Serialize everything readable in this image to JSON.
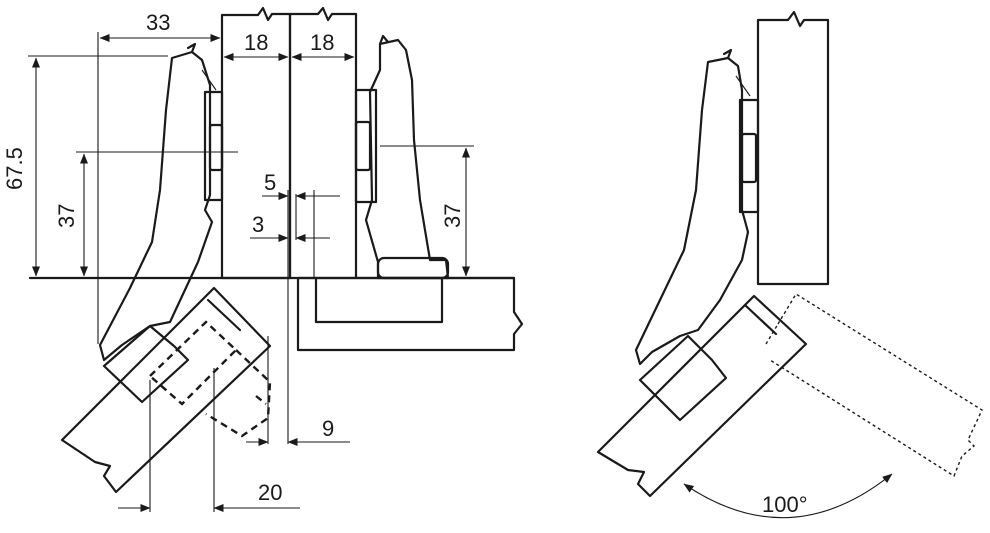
{
  "dimensions": {
    "d33": "33",
    "d18a": "18",
    "d18b": "18",
    "d675": "67.5",
    "d37l": "37",
    "d37r": "37",
    "d5": "5",
    "d3": "3",
    "d9": "9",
    "d20": "20"
  },
  "angle": {
    "label": "100°"
  },
  "colors": {
    "line": "#1a1a1a",
    "background": "#ffffff"
  }
}
